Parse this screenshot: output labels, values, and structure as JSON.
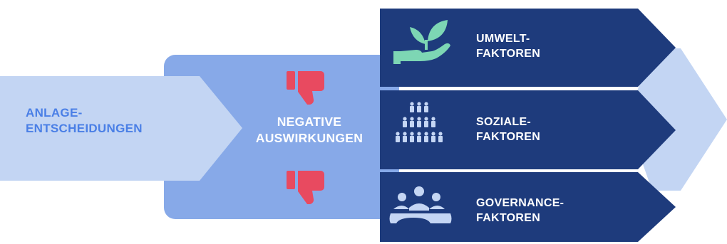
{
  "input": {
    "line1": "ANLAGE-",
    "line2": "ENTSCHEIDUNGEN"
  },
  "center": {
    "line1": "NEGATIVE",
    "line2": "AUSWIRKUNGEN"
  },
  "factors": [
    {
      "line1": "UMWELT-",
      "line2": "FAKTOREN",
      "icon": "plant-in-hand-icon"
    },
    {
      "line1": "SOZIALE-",
      "line2": "FAKTOREN",
      "icon": "people-pyramid-icon"
    },
    {
      "line1": "GOVERNANCE-",
      "line2": "FAKTOREN",
      "icon": "meeting-table-icon"
    }
  ],
  "icons": {
    "thumbs": "thumbs-down-icon"
  },
  "colors": {
    "input_arrow": "#c3d5f3",
    "input_text": "#4a7fe6",
    "center_box": "#87a9e8",
    "factor_banner": "#1e3b7c",
    "right_chevron": "#c3d5f3",
    "thumbs": "#e84a60",
    "factor_icon_green": "#7dd6b4",
    "factor_icon_blue": "#c5d6f4"
  }
}
